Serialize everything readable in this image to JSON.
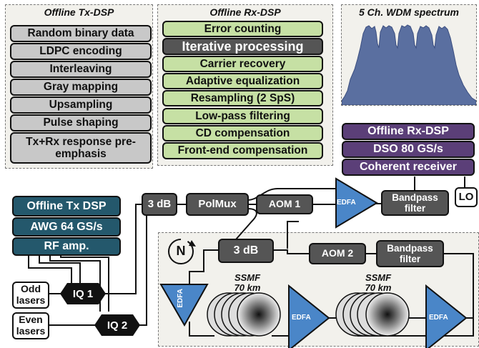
{
  "tx_dsp_panel": {
    "title": "Offline Tx-DSP",
    "steps": [
      "Random binary data",
      "LDPC encoding",
      "Interleaving",
      "Gray mapping",
      "Upsampling",
      "Pulse shaping",
      "Tx+Rx response pre-emphasis"
    ]
  },
  "rx_dsp_panel": {
    "title": "Offline Rx-DSP",
    "steps": [
      "Error counting",
      "Iterative processing",
      "Carrier recovery",
      "Adaptive equalization",
      "Resampling (2 SpS)",
      "Low-pass filtering",
      "CD compensation",
      "Front-end compensation"
    ]
  },
  "wdm_spectrum": {
    "title": "5 Ch. WDM spectrum",
    "channels": 5,
    "fill_color": "#5a6fa0"
  },
  "receiver_stack": [
    "Offline Rx-DSP",
    "DSO 80 GS/s",
    "Coherent receiver"
  ],
  "transmitter_stack": [
    "Offline Tx DSP",
    "AWG 64 GS/s",
    "RF amp."
  ],
  "components": {
    "coupler_tx": "3 dB",
    "polmux": "PolMux",
    "aom1": "AOM 1",
    "edfa_rx": "EDFA",
    "bandpass_rx": "Bandpass filter",
    "lo": "LO",
    "coupler_loop": "3 dB",
    "aom2": "AOM 2",
    "bandpass_loop": "Bandpass filter",
    "edfa_loop1": "EDFA",
    "edfa_loop2": "EDFA",
    "edfa_loop3": "EDFA",
    "iq1": "IQ 1",
    "iq2": "IQ 2",
    "odd_lasers": "Odd lasers",
    "even_lasers": "Even lasers",
    "loop_symbol": "N"
  },
  "spans": [
    {
      "fiber": "SSMF",
      "length": "70 km"
    },
    {
      "fiber": "SSMF",
      "length": "70 km"
    }
  ],
  "colors": {
    "gray_block": "#c8c8c8",
    "green_block": "#c6e0a4",
    "dark_block": "#555555",
    "purple_block": "#5b3f78",
    "teal_block": "#24586c",
    "edfa": "#4a86c8",
    "panel_bg": "#f2f1ec"
  }
}
